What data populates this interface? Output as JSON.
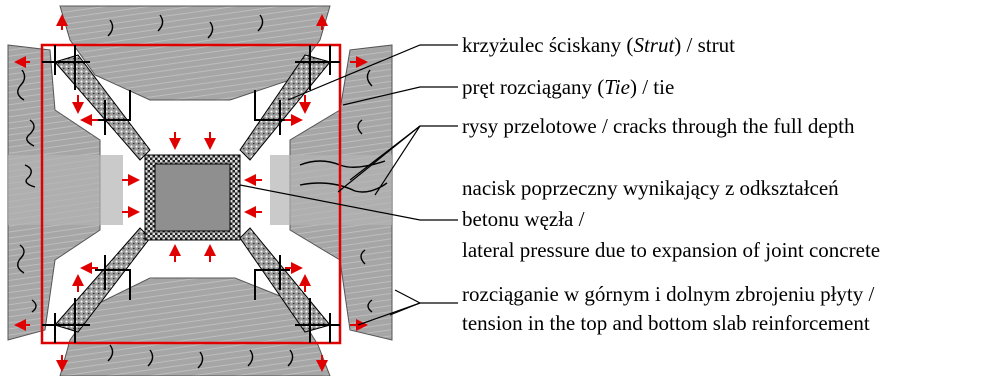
{
  "labels": {
    "strut": {
      "pre": "krzyżulec ściskany (",
      "italic": "Strut",
      "post": ") / strut"
    },
    "tie": {
      "pre": "pręt rozciągany (",
      "italic": "Tie",
      "post": ") / tie"
    },
    "cracks": "rysy przelotowe / cracks through the full depth",
    "lateral_1": "nacisk poprzeczny wynikający  z odkształceń",
    "lateral_2": "betonu węzła /",
    "lateral_3": "lateral pressure due to expansion of joint concrete",
    "tension_1": "rozciąganie w górnym i dolnym zbrojeniu płyty /",
    "tension_2": "tension in the top and bottom slab reinforcement"
  },
  "colors": {
    "concrete": "#a9a9a9",
    "concrete_dark": "#8c8c8c",
    "arrow": "#e00000",
    "frame": "#e00000",
    "line": "#000000"
  }
}
